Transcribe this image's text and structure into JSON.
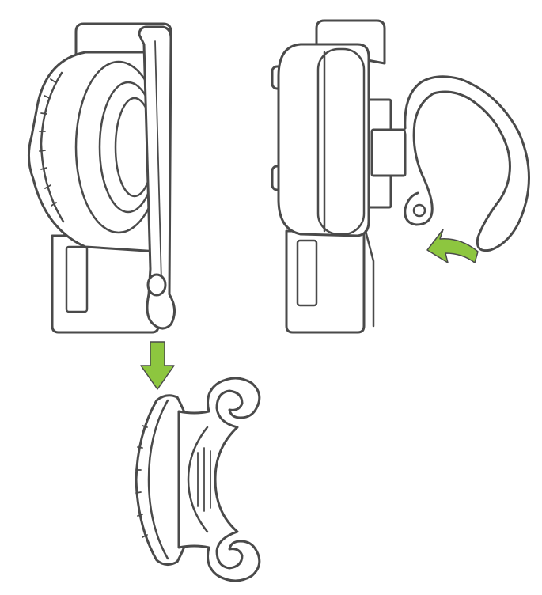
{
  "colors": {
    "outline": "#4a4a4a",
    "fill": "#ffffff",
    "arrow": "#8dc63f"
  },
  "figures": [
    {
      "id": "device-side-view-with-clip"
    },
    {
      "id": "device-with-ear-hook-attached"
    },
    {
      "id": "ear-hook-adapter-detached"
    }
  ],
  "arrows": [
    {
      "id": "down-arrow",
      "direction": "down"
    },
    {
      "id": "rotate-arrow",
      "direction": "counterclockwise"
    }
  ]
}
